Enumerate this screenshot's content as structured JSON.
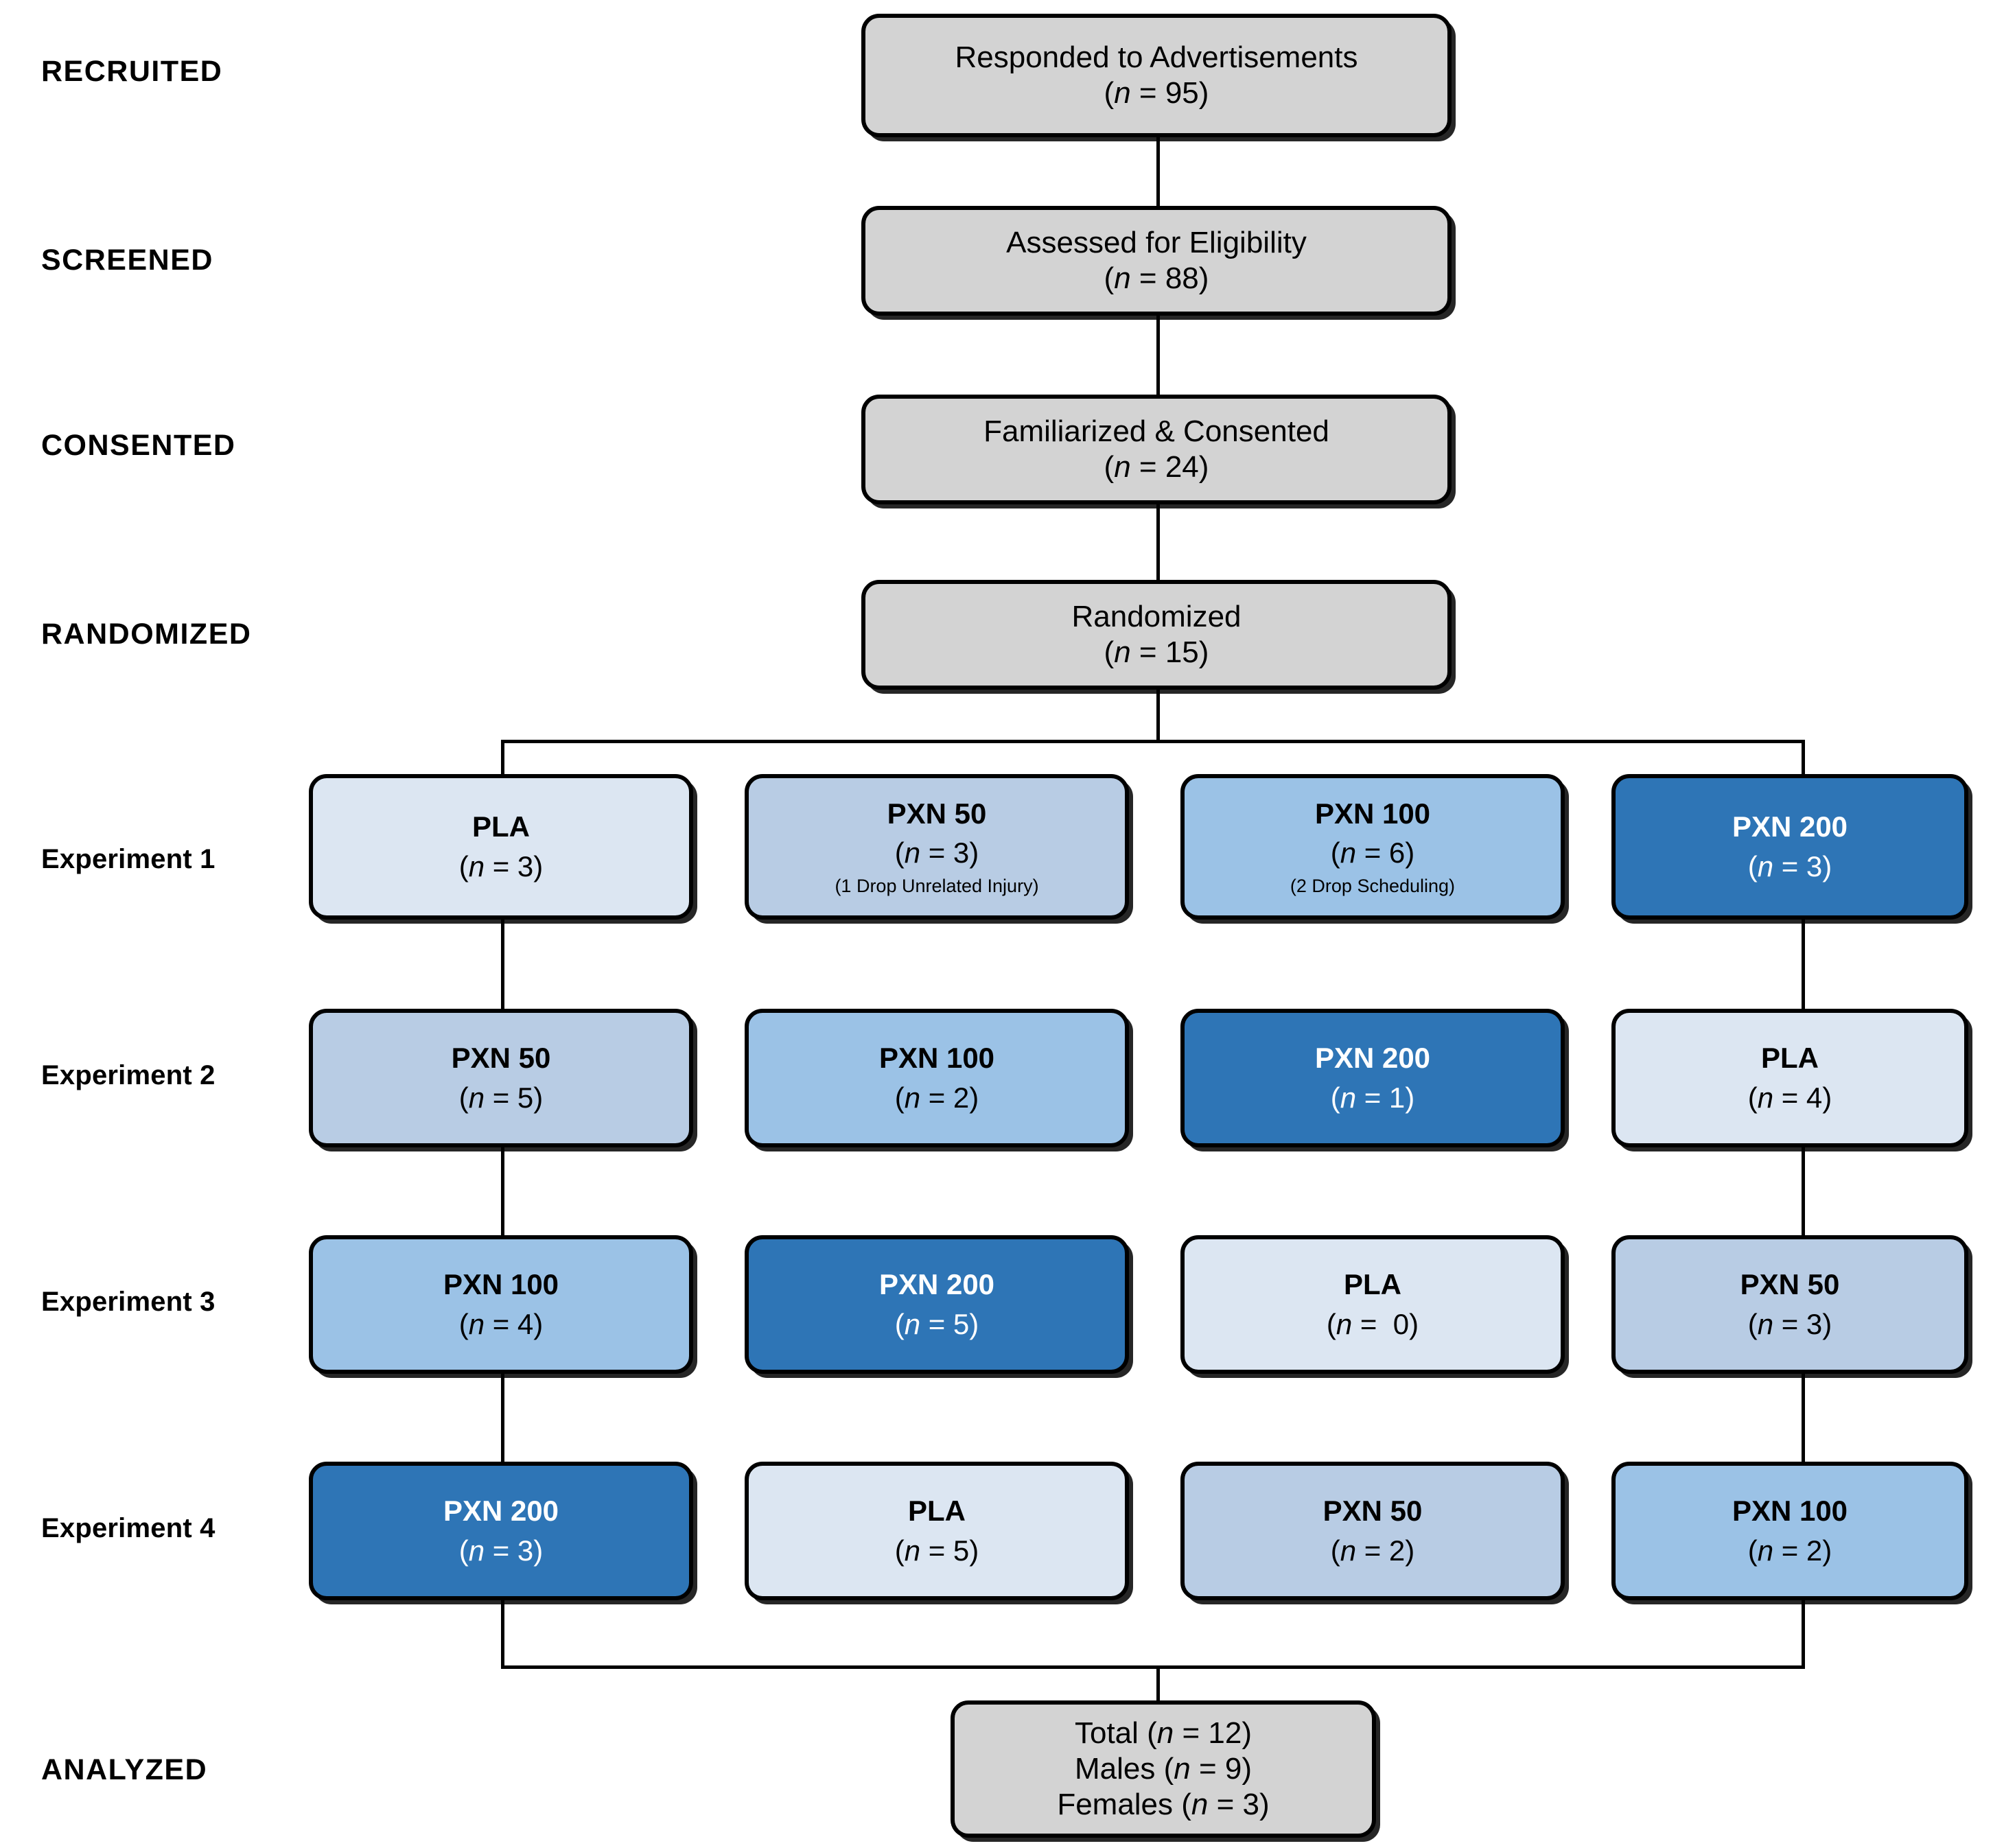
{
  "stages": [
    {
      "id": "recruited",
      "label": "RECRUITED",
      "style": "caps"
    },
    {
      "id": "screened",
      "label": "SCREENED",
      "style": "caps"
    },
    {
      "id": "consented",
      "label": "CONSENTED",
      "style": "caps"
    },
    {
      "id": "randomized",
      "label": "RANDOMIZED",
      "style": "caps"
    },
    {
      "id": "experiment-1",
      "label": "Experiment 1",
      "style": "mixed"
    },
    {
      "id": "experiment-2",
      "label": "Experiment 2",
      "style": "mixed"
    },
    {
      "id": "experiment-3",
      "label": "Experiment 3",
      "style": "mixed"
    },
    {
      "id": "experiment-4",
      "label": "Experiment 4",
      "style": "mixed"
    },
    {
      "id": "analyzed",
      "label": "ANALYZED",
      "style": "caps"
    }
  ],
  "colors": {
    "grey_box": "#d3d3d3",
    "pla": "#dce6f2",
    "pxn50": "#b8cce4",
    "pxn100": "#9bc2e6",
    "pxn200": "#2e75b6",
    "outline": "#000000",
    "text_dark": "#000000",
    "text_light": "#ffffff"
  },
  "flow": {
    "recruited": {
      "line1": "Responded to Advertisements",
      "line2": "(n = 95)"
    },
    "screened": {
      "line1": "Assessed for Eligibility",
      "line2": "(n = 88)"
    },
    "consented": {
      "line1": "Familiarized & Consented",
      "line2": "(n = 24)"
    },
    "randomized": {
      "line1": "Randomized",
      "line2": "(n = 15)"
    },
    "analyzed": {
      "line1": "Total (n = 12)",
      "line2": "Males (n = 9)",
      "line3": "Females (n = 3)"
    }
  },
  "experiments": [
    {
      "id": "experiment-1",
      "label": "Experiment 1",
      "cells": [
        {
          "arm": "PLA",
          "n": "(n = 3)",
          "note": "",
          "fill": "#dce6f2",
          "text": "#000000"
        },
        {
          "arm": "PXN 50",
          "n": "(n = 3)",
          "note": "(1 Drop Unrelated Injury)",
          "fill": "#b8cce4",
          "text": "#000000"
        },
        {
          "arm": "PXN 100",
          "n": "(n = 6)",
          "note": "(2 Drop  Scheduling)",
          "fill": "#9bc2e6",
          "text": "#000000"
        },
        {
          "arm": "PXN 200",
          "n": "(n = 3)",
          "note": "",
          "fill": "#2e75b6",
          "text": "#ffffff"
        }
      ]
    },
    {
      "id": "experiment-2",
      "label": "Experiment 2",
      "cells": [
        {
          "arm": "PXN 50",
          "n": "(n = 5)",
          "note": "",
          "fill": "#b8cce4",
          "text": "#000000"
        },
        {
          "arm": "PXN 100",
          "n": "(n = 2)",
          "note": "",
          "fill": "#9bc2e6",
          "text": "#000000"
        },
        {
          "arm": "PXN 200",
          "n": "(n = 1)",
          "note": "",
          "fill": "#2e75b6",
          "text": "#ffffff"
        },
        {
          "arm": "PLA",
          "n": "(n = 4)",
          "note": "",
          "fill": "#dce6f2",
          "text": "#000000"
        }
      ]
    },
    {
      "id": "experiment-3",
      "label": "Experiment 3",
      "cells": [
        {
          "arm": "PXN 100",
          "n": "(n = 4)",
          "note": "",
          "fill": "#9bc2e6",
          "text": "#000000"
        },
        {
          "arm": "PXN 200",
          "n": "(n = 5)",
          "note": "",
          "fill": "#2e75b6",
          "text": "#ffffff"
        },
        {
          "arm": "PLA",
          "n": "(n =  0)",
          "note": "",
          "fill": "#dce6f2",
          "text": "#000000"
        },
        {
          "arm": "PXN 50",
          "n": "(n = 3)",
          "note": "",
          "fill": "#b8cce4",
          "text": "#000000"
        }
      ]
    },
    {
      "id": "experiment-4",
      "label": "Experiment 4",
      "cells": [
        {
          "arm": "PXN 200",
          "n": "(n = 3)",
          "note": "",
          "fill": "#2e75b6",
          "text": "#ffffff"
        },
        {
          "arm": "PLA",
          "n": "(n = 5)",
          "note": "",
          "fill": "#dce6f2",
          "text": "#000000"
        },
        {
          "arm": "PXN 50",
          "n": "(n = 2)",
          "note": "",
          "fill": "#b8cce4",
          "text": "#000000"
        },
        {
          "arm": "PXN 100",
          "n": "(n = 2)",
          "note": "",
          "fill": "#9bc2e6",
          "text": "#000000"
        }
      ]
    }
  ]
}
